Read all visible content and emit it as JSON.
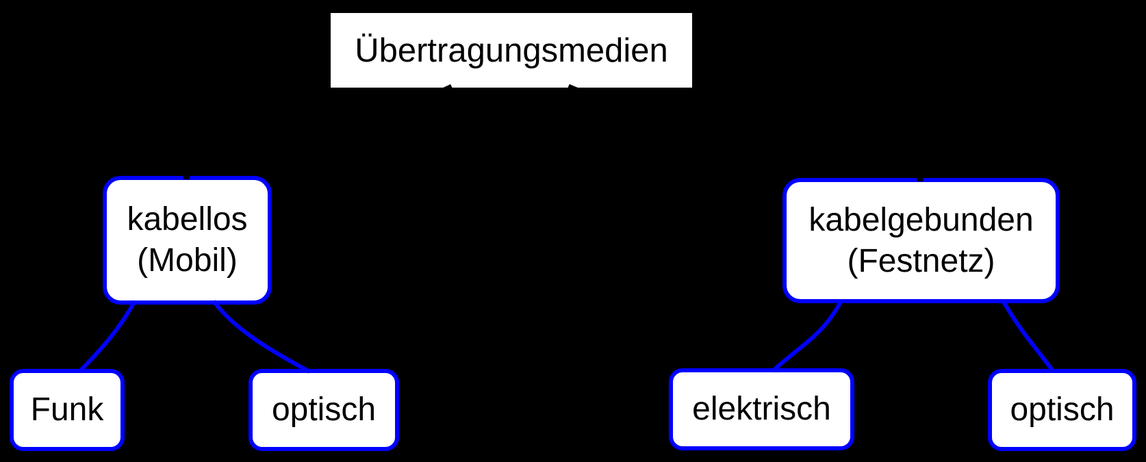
{
  "diagram": {
    "type": "tree",
    "title": "Übertragungsmedien",
    "root": {
      "label": "Übertragungsmedien"
    },
    "level1": [
      {
        "line1": "kabellos",
        "line2": "(Mobil)",
        "parent": "Übertragungsmedien"
      },
      {
        "line1": "kabelgebunden",
        "line2": "(Festnetz)",
        "parent": "Übertragungsmedien"
      }
    ],
    "level2": [
      {
        "label": "Funk",
        "parent": "kabellos (Mobil)"
      },
      {
        "label": "optisch",
        "parent": "kabellos (Mobil)"
      },
      {
        "label": "elektrisch",
        "parent": "kabelgebunden (Festnetz)"
      },
      {
        "label": "optisch",
        "parent": "kabelgebunden (Festnetz)"
      }
    ],
    "colors": {
      "background": "#000000",
      "node_fill": "#ffffff",
      "node_border": "#0101ff",
      "edge": "#0101ff",
      "hidden_edge": "#000000",
      "text": "#000000"
    }
  }
}
